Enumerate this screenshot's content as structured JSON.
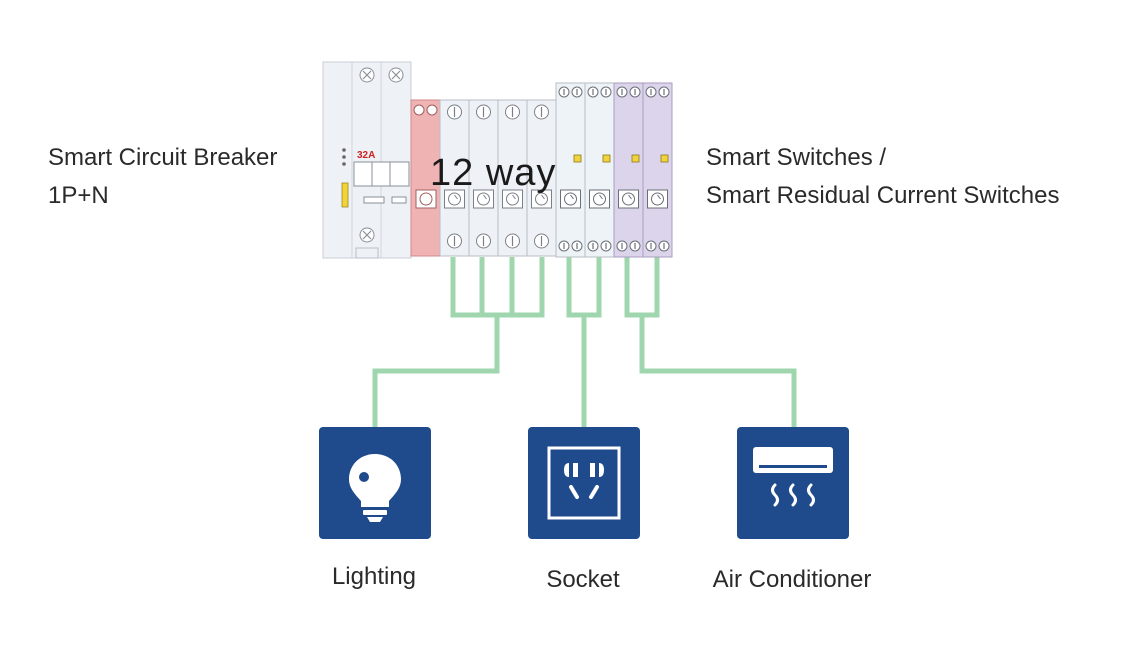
{
  "left_label": {
    "line1": "Smart Circuit Breaker",
    "line2": "1P+N"
  },
  "right_label": {
    "line1": "Smart Switches /",
    "line2": "Smart Residual Current Switches"
  },
  "panel": {
    "ways_label": "12 way",
    "breaker_rating": "32A"
  },
  "loads": [
    {
      "label": "Lighting",
      "icon": "light-bulb-icon"
    },
    {
      "label": "Socket",
      "icon": "power-socket-icon"
    },
    {
      "label": "Air Conditioner",
      "icon": "air-conditioner-icon"
    }
  ],
  "colors": {
    "wire": "#9fd6ad",
    "icon_bg": "#1f4a8c",
    "module_red": "#f0b3b3",
    "module_purple": "#d9d0e8",
    "module_grey": "#eef1f5",
    "rating_red": "#cc2222"
  }
}
